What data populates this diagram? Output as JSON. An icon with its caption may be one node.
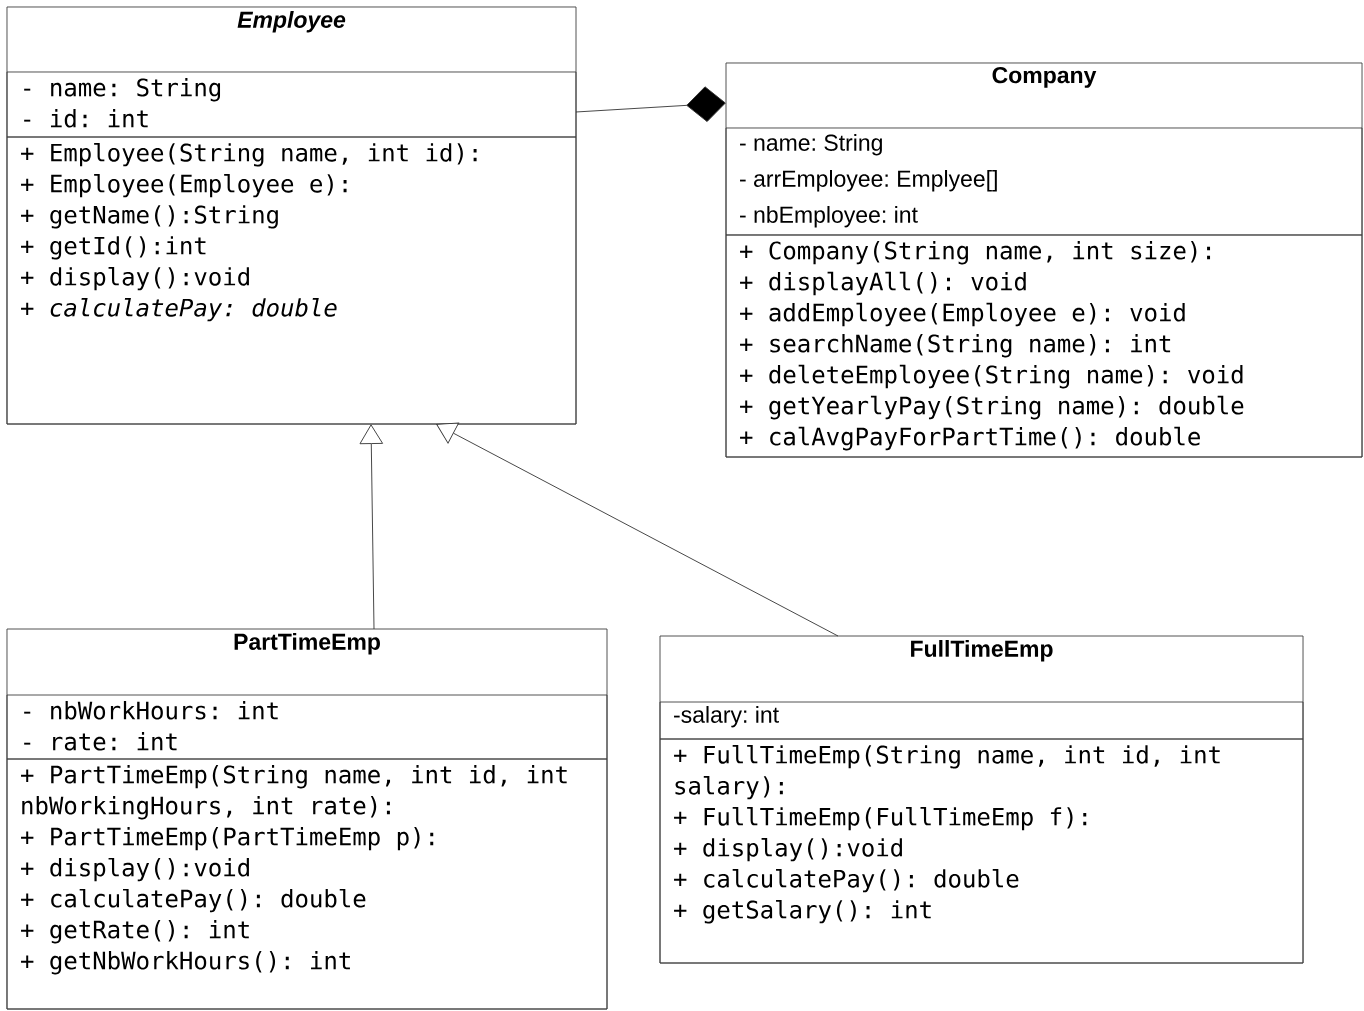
{
  "diagram": {
    "nodes": [
      {
        "text": [
          "Employee"
        ]
      },
      {
        "text": [
          "- name: String",
          "- id: int"
        ],
        "in": 0
      },
      {
        "text": [
          "+ Employee(String name, int id):",
          "+ Employee(Employee e):",
          "+ getName():String",
          "+ getId():int",
          "+ display():void",
          "+ *calculatePay: double*"
        ],
        "in": 0
      },
      {
        "text": [
          "Company"
        ]
      },
      {
        "text": [
          "- name: String",
          "- arrEmployee: Emplyee[]",
          "- nbEmployee: int"
        ],
        "in": 3
      },
      {
        "text": [
          "+ Company(String name, int size):",
          "+ displayAll(): void",
          "+ addEmployee(Employee e): void",
          "+ searchName(String name): int",
          "+ deleteEmployee(String name): void",
          "+ getYearlyPay(String name): double",
          "+ calAvgPayForPartTime(): double"
        ],
        "in": 3
      },
      {
        "text": [
          "PartTimeEmp"
        ]
      },
      {
        "text": [
          "- nbWorkHours: int",
          "- rate: int"
        ],
        "in": 6
      },
      {
        "text": [
          "+ PartTimeEmp(String name, int id, int nbWorkingHours, int rate):",
          "+ PartTimeEmp(PartTimeEmp p):",
          "+ display():void",
          "+ calculatePay(): double",
          "+ getRate(): int",
          "+ getNbWorkHours(): int"
        ],
        "in": 6
      },
      {
        "text": [
          "FullTimeEmp"
        ]
      },
      {
        "text": [
          "-salary: int"
        ],
        "in": 9
      },
      {
        "text": [
          "+ FullTimeEmp(String name, int id, int salary):",
          "+ FullTimeEmp(FullTimeEmp f):",
          "+ display():void",
          "+ calculatePay(): double",
          "+ getSalary(): int"
        ],
        "in": 9
      }
    ],
    "edges": [
      {
        "from": 3,
        "to": 0,
        "arrow": "other"
      },
      {
        "from": 6,
        "to": 0,
        "arrow": "to"
      },
      {
        "from": 9,
        "to": 0,
        "arrow": "to"
      }
    ]
  }
}
